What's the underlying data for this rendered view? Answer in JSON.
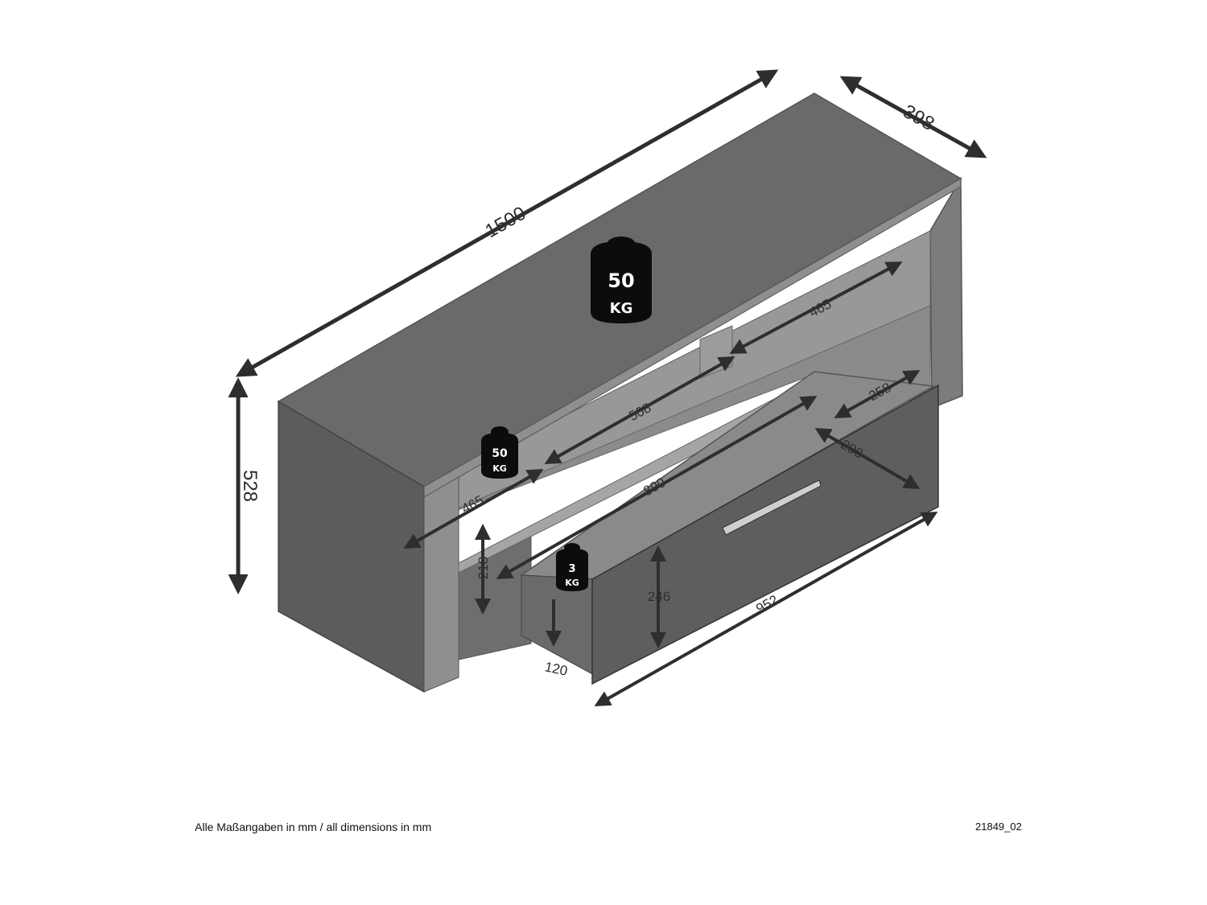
{
  "dimensions": {
    "width": "1500",
    "depth": "398",
    "height": "528",
    "upper_shelf_right": "465",
    "upper_shelf_left": "465",
    "middle_compartment": "508",
    "inner_depth": "258",
    "drawer_depth": "298",
    "lower_width": "890",
    "lower_height": "218",
    "drawer_height": "246",
    "drawer_width": "952",
    "drawer_travel": "120"
  },
  "weights": {
    "top_value": "50",
    "top_unit": "KG",
    "shelf_value": "50",
    "shelf_unit": "KG",
    "drawer_value": "3",
    "drawer_unit": "KG"
  },
  "footer": {
    "note": "Alle Maßangaben in mm / all dimensions in mm",
    "code": "21849_02"
  },
  "colors": {
    "panel_dark": "#5c5c5c",
    "panel_light": "#8f8f8f",
    "top_face": "#6a6a6a",
    "interior": "#7c7c7c",
    "arrow": "#2e2e2e",
    "weight_fill": "#0c0c0c"
  }
}
